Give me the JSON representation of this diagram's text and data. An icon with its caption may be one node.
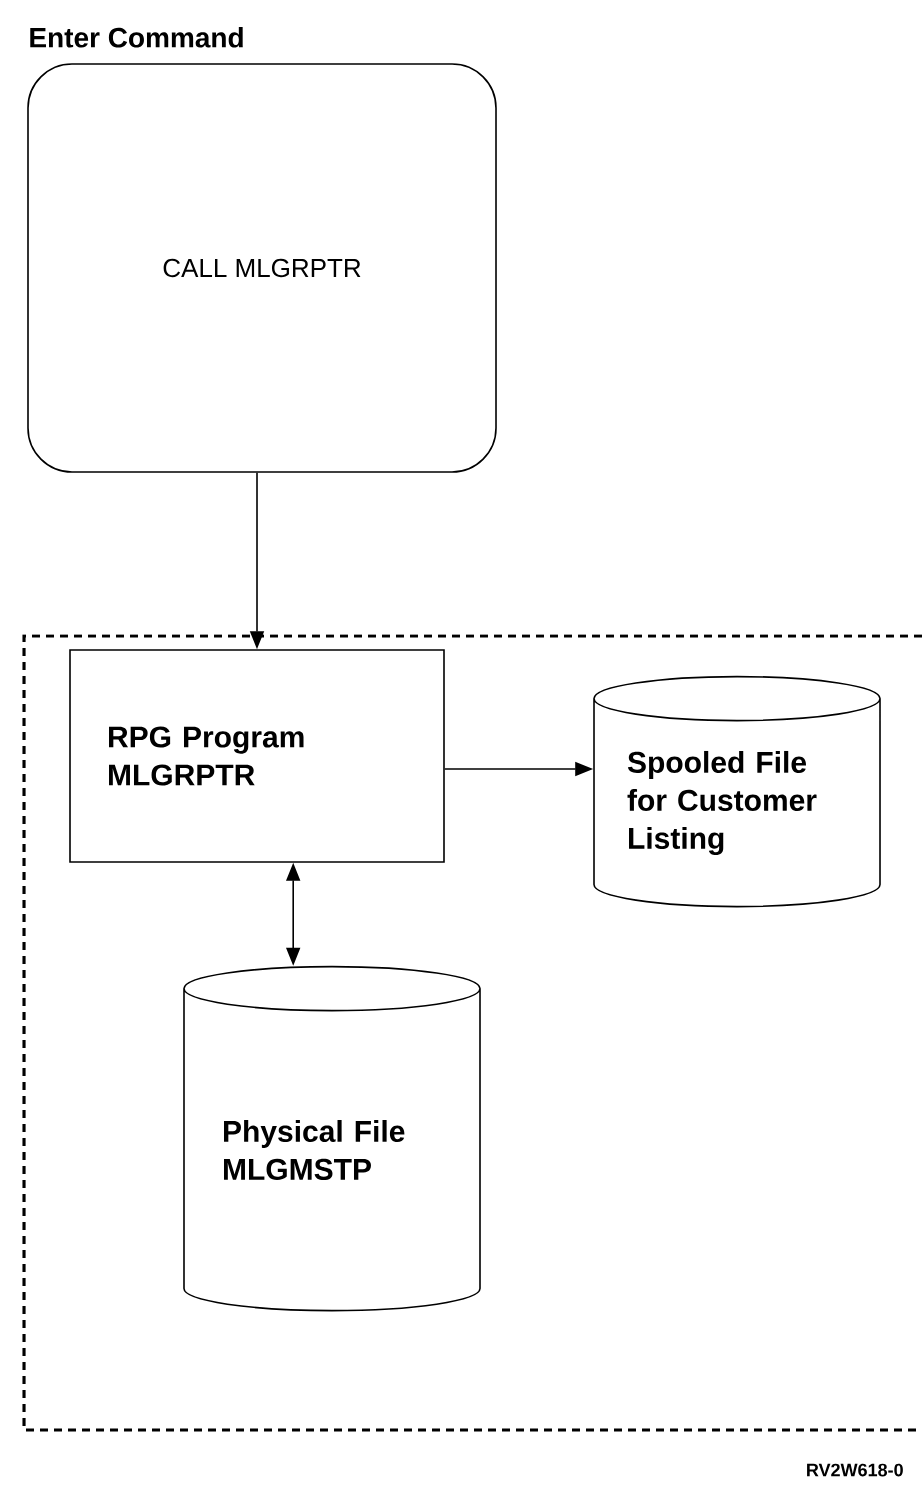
{
  "diagram": {
    "nodes": [
      {
        "text": [
          "Enter Command",
          "CALL MLGRPTR"
        ]
      },
      {
        "text": [],
        "shape": "box"
      },
      {
        "text": [
          "RPG Program MLGRPTR"
        ],
        "in": 1
      },
      {
        "text": [
          "Spooled File for Customer Listing"
        ],
        "in": 1
      },
      {
        "text": [
          "Physical File MLGMSTP"
        ],
        "in": 1
      }
    ],
    "edges": [
      {
        "from": 0,
        "to": 2,
        "arrow": "to"
      },
      {
        "from": 2,
        "to": 3,
        "arrow": "to"
      },
      {
        "from": 2,
        "to": 4,
        "arrow": "both"
      }
    ],
    "labels": [
      "RV2W618-0"
    ]
  }
}
